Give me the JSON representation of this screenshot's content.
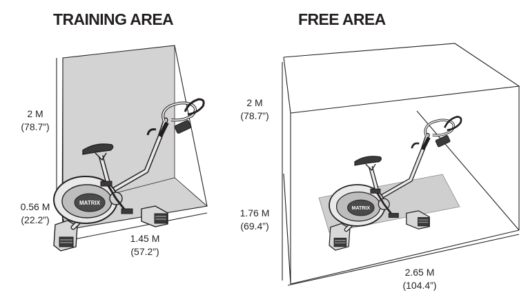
{
  "training_area": {
    "title": "TRAINING AREA",
    "height": {
      "metric": "2 M",
      "imperial": "(78.7”)"
    },
    "depth": {
      "metric": "0.56 M",
      "imperial": "(22.2”)"
    },
    "width": {
      "metric": "1.45 M",
      "imperial": "(57.2”)"
    }
  },
  "free_area": {
    "title": "FREE AREA",
    "height": {
      "metric": "2 M",
      "imperial": "(78.7”)"
    },
    "depth": {
      "metric": "1.76 M",
      "imperial": "(69.4”)"
    },
    "width": {
      "metric": "2.65 M",
      "imperial": "(104.4”)"
    }
  },
  "logo_text": "MATRIX",
  "colors": {
    "box_fill": "#d3d3d3",
    "floor_fill": "#cfcfcf",
    "line": "#231f20",
    "bike_dark": "#3a3a3a",
    "bike_light": "#e9e9e9"
  }
}
